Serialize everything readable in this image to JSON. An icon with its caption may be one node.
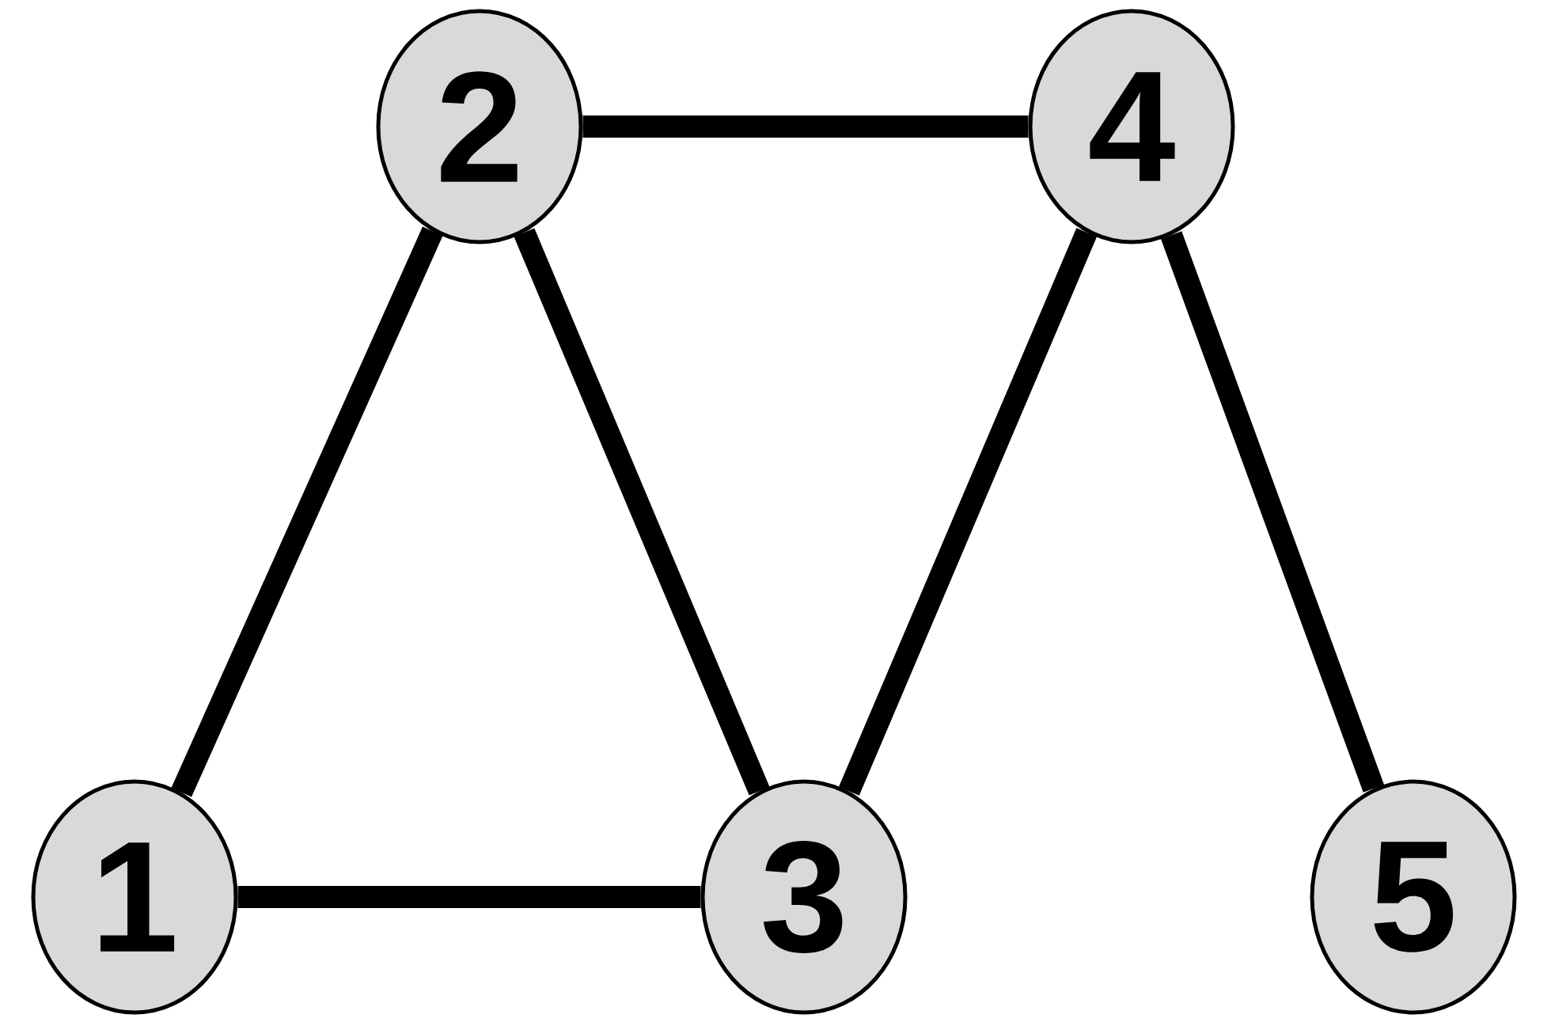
{
  "diagram": {
    "nodes": [
      {
        "text": [
          "2"
        ]
      },
      {
        "text": [
          "4"
        ]
      },
      {
        "text": [
          "1"
        ]
      },
      {
        "text": [
          "3"
        ]
      },
      {
        "text": [
          "5"
        ]
      }
    ],
    "edges": [
      {
        "from": 0,
        "to": 1,
        "arrow": "none"
      },
      {
        "from": 2,
        "to": 0,
        "arrow": "none"
      },
      {
        "from": 0,
        "to": 3,
        "arrow": "none"
      },
      {
        "from": 3,
        "to": 1,
        "arrow": "none"
      },
      {
        "from": 1,
        "to": 4,
        "arrow": "none"
      },
      {
        "from": 2,
        "to": 3,
        "arrow": "none"
      }
    ]
  }
}
